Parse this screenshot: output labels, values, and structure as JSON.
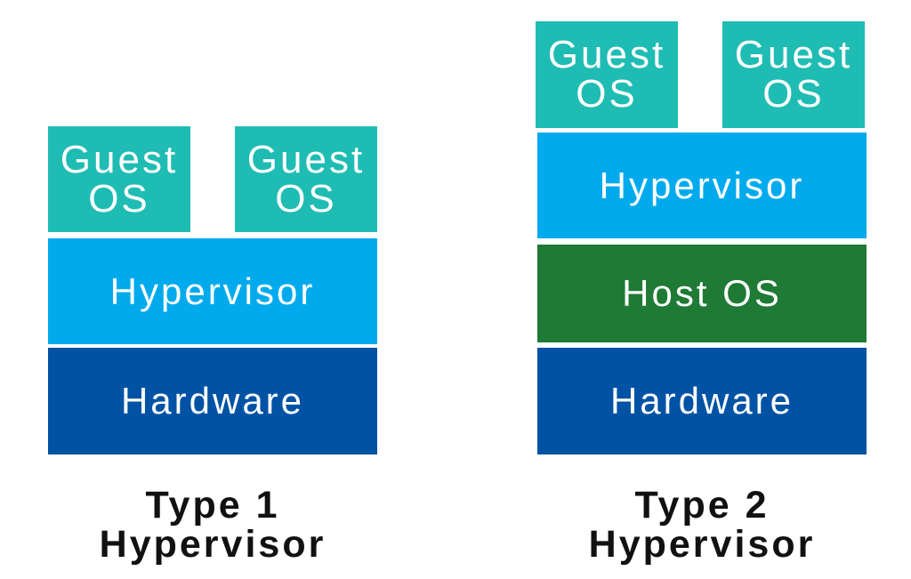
{
  "type1": {
    "guest_os_left": "Guest\nOS",
    "guest_os_right": "Guest\nOS",
    "hypervisor": "Hypervisor",
    "hardware": "Hardware",
    "caption": "Type 1\nHypervisor"
  },
  "type2": {
    "guest_os_left": "Guest\nOS",
    "guest_os_right": "Guest\nOS",
    "hypervisor": "Hypervisor",
    "host_os": "Host OS",
    "hardware": "Hardware",
    "caption": "Type 2\nHypervisor"
  },
  "colors": {
    "guest_os": "#1fbcb4",
    "hypervisor": "#00aaec",
    "host_os": "#1e7a35",
    "hardware": "#0052a4"
  }
}
